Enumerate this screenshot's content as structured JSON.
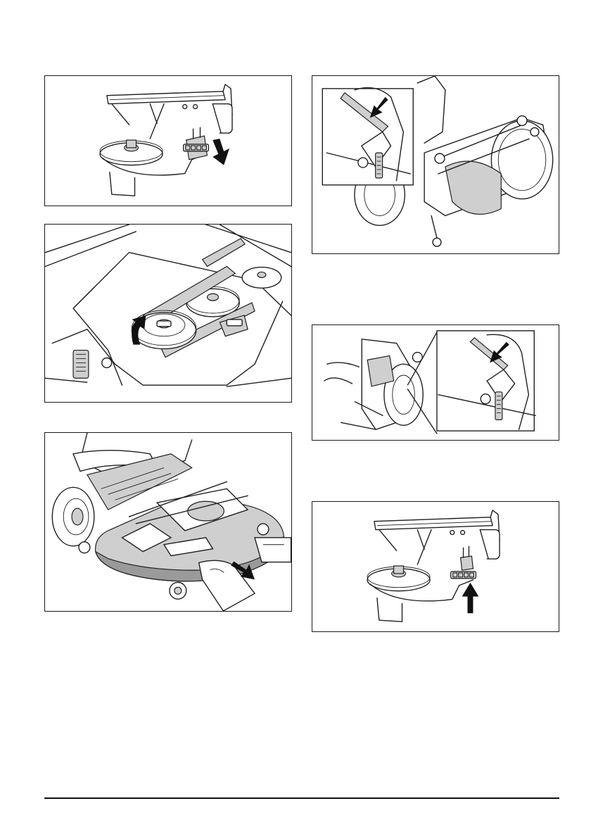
{
  "figures": [
    {
      "id": "fig1",
      "icons": [
        "belt-tensioner-lever-illustration",
        "arrow-down-icon"
      ]
    },
    {
      "id": "fig2",
      "icons": [
        "drive-belt-pulleys-illustration",
        "arrow-rotate-icon"
      ]
    },
    {
      "id": "fig3",
      "icons": [
        "mower-deck-removal-illustration",
        "arrow-pull-out-icon"
      ]
    },
    {
      "id": "fig4",
      "icons": [
        "deck-lift-arm-detail-illustration",
        "arrow-diagonal-icon"
      ]
    },
    {
      "id": "fig5",
      "icons": [
        "deck-front-bracket-detail-illustration",
        "arrow-diagonal-icon"
      ]
    },
    {
      "id": "fig6",
      "icons": [
        "belt-tensioner-lever-illustration",
        "arrow-up-icon"
      ]
    }
  ],
  "colors": {
    "line": "#1f1f1f",
    "deck_gray": "#cfcfcf",
    "dark_gray": "#9a9a9a",
    "border": "#1a1a1a"
  }
}
